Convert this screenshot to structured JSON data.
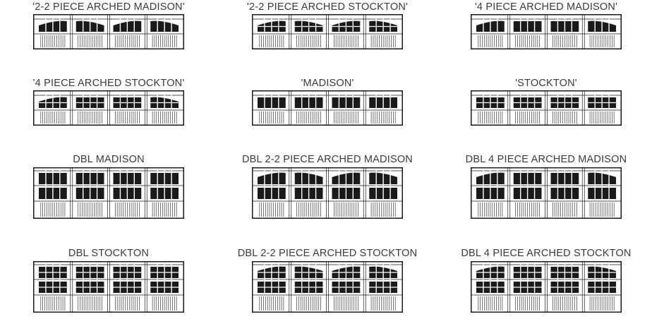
{
  "doors": [
    {
      "label": "'2-2 PIECE ARCHED MADISON'",
      "style": "arched",
      "pattern": "madison",
      "rows": 1
    },
    {
      "label": "'2-2 PIECE ARCHED STOCKTON'",
      "style": "arched",
      "pattern": "stockton",
      "rows": 1
    },
    {
      "label": "'4 PIECE ARCHED MADISON'",
      "style": "arched-split",
      "pattern": "madison",
      "rows": 1
    },
    {
      "label": "'4 PIECE ARCHED STOCKTON'",
      "style": "arched-split",
      "pattern": "stockton",
      "rows": 1
    },
    {
      "label": "'MADISON'",
      "style": "flat",
      "pattern": "madison",
      "rows": 1
    },
    {
      "label": "'STOCKTON'",
      "style": "flat",
      "pattern": "stockton",
      "rows": 1
    },
    {
      "label": "DBL MADISON",
      "style": "flat",
      "pattern": "madison",
      "rows": 2
    },
    {
      "label": "DBL 2-2 PIECE ARCHED MADISON",
      "style": "arched",
      "pattern": "madison",
      "rows": 2
    },
    {
      "label": "DBL 4 PIECE ARCHED MADISON",
      "style": "arched-split",
      "pattern": "madison",
      "rows": 2
    },
    {
      "label": "DBL STOCKTON",
      "style": "flat",
      "pattern": "stockton",
      "rows": 2
    },
    {
      "label": "DBL 2-2 PIECE ARCHED STOCKTON",
      "style": "arched",
      "pattern": "stockton",
      "rows": 2
    },
    {
      "label": "DBL 4 PIECE ARCHED STOCKTON",
      "style": "arched-split",
      "pattern": "stockton",
      "rows": 2
    }
  ],
  "colors": {
    "line": "#1a1a1a",
    "window": "#1a1a1a",
    "text": "#3a3a3a"
  }
}
